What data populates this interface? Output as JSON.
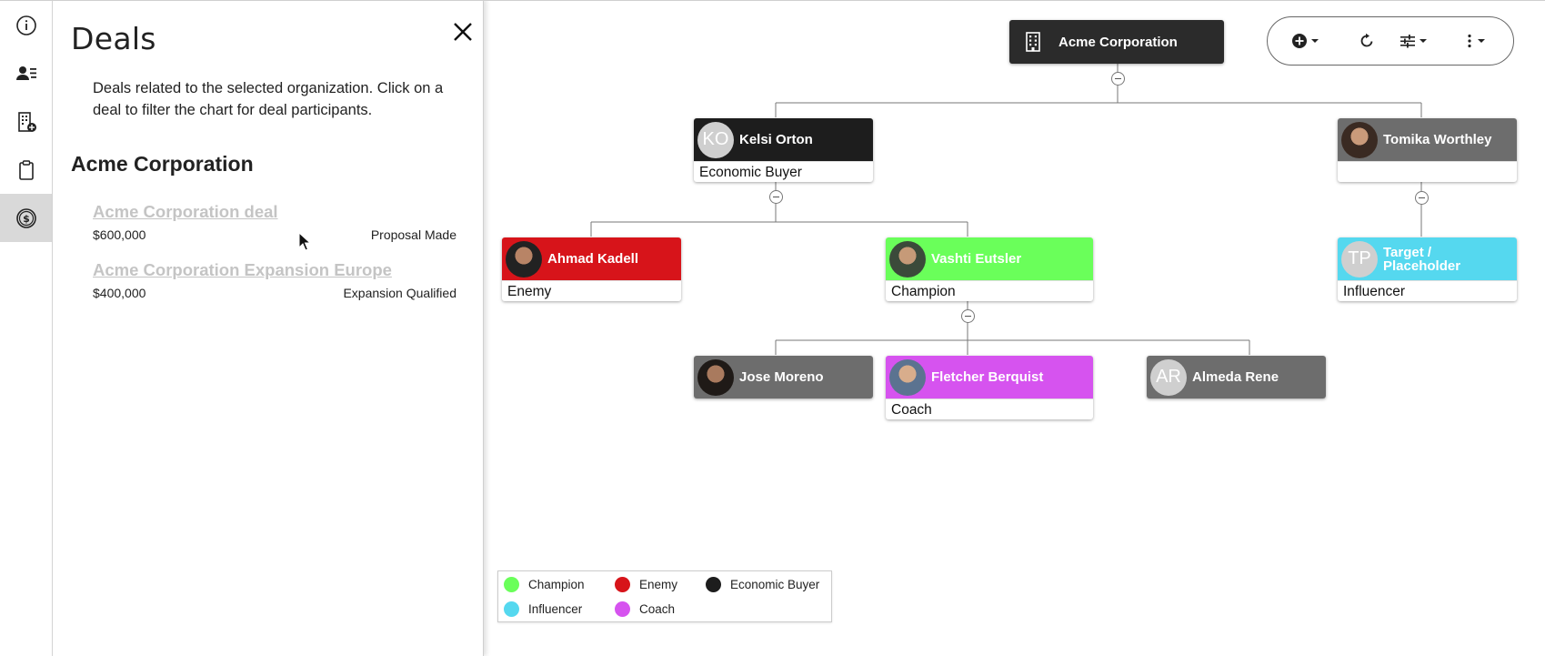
{
  "panel": {
    "title": "Deals",
    "description": "Deals related to the selected organization. Click on a deal to filter the chart for deal participants.",
    "org_name": "Acme Corporation",
    "deals": [
      {
        "name": "Acme Corporation deal",
        "amount": "$600,000",
        "stage": "Proposal Made"
      },
      {
        "name": "Acme Corporation Expansion Europe",
        "amount": "$400,000",
        "stage": "Expansion Qualified"
      }
    ]
  },
  "sidebar": {
    "items": [
      {
        "icon": "info-icon"
      },
      {
        "icon": "contacts-icon"
      },
      {
        "icon": "add-organization-icon"
      },
      {
        "icon": "clipboard-icon"
      },
      {
        "icon": "deals-dollar-icon",
        "active": true
      }
    ]
  },
  "chart": {
    "root": {
      "name": "Acme Corporation",
      "icon": "building-icon"
    },
    "nodes": [
      {
        "id": "kelsi",
        "name": "Kelsi Orton",
        "initials": "KO",
        "role": "Economic Buyer",
        "color": "#1d1d1d"
      },
      {
        "id": "tomika",
        "name": "Tomika Worthley",
        "role": "",
        "color": "#6d6d6d"
      },
      {
        "id": "ahmad",
        "name": "Ahmad Kadell",
        "role": "Enemy",
        "color": "#d7141a"
      },
      {
        "id": "vashti",
        "name": "Vashti Eutsler",
        "role": "Champion",
        "color": "#6aff5a"
      },
      {
        "id": "target",
        "name": "Target / Placeholder",
        "initials": "TP",
        "role": "Influencer",
        "color": "#55d8ef"
      },
      {
        "id": "jose",
        "name": "Jose Moreno",
        "role": "",
        "color": "#6d6d6d"
      },
      {
        "id": "fletcher",
        "name": "Fletcher Berquist",
        "role": "Coach",
        "color": "#d653ef"
      },
      {
        "id": "almeda",
        "name": "Almeda Rene",
        "initials": "AR",
        "role": "",
        "color": "#6d6d6d"
      }
    ]
  },
  "toolbar": {
    "buttons": [
      "add-icon",
      "refresh-icon",
      "filter-sliders-icon",
      "more-vertical-icon"
    ]
  },
  "legend": {
    "items": [
      {
        "label": "Champion",
        "color": "#6aff5a"
      },
      {
        "label": "Enemy",
        "color": "#d7141a"
      },
      {
        "label": "Economic Buyer",
        "color": "#1d1d1d"
      },
      {
        "label": "Influencer",
        "color": "#55d8ef"
      },
      {
        "label": "Coach",
        "color": "#d653ef"
      }
    ]
  }
}
